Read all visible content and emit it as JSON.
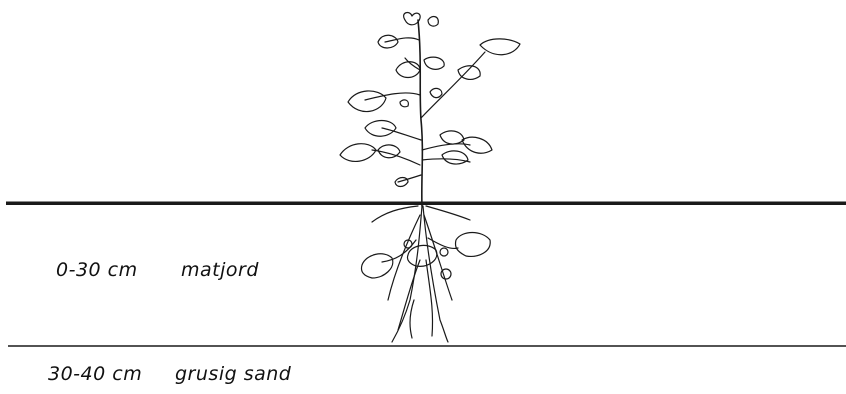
{
  "layers": [
    {
      "depth": "0-30 cm",
      "name": "matjord"
    },
    {
      "depth": "30-40 cm",
      "name": "grusig sand"
    }
  ],
  "figure": {
    "subject-icon": "potato-plant-icon"
  }
}
